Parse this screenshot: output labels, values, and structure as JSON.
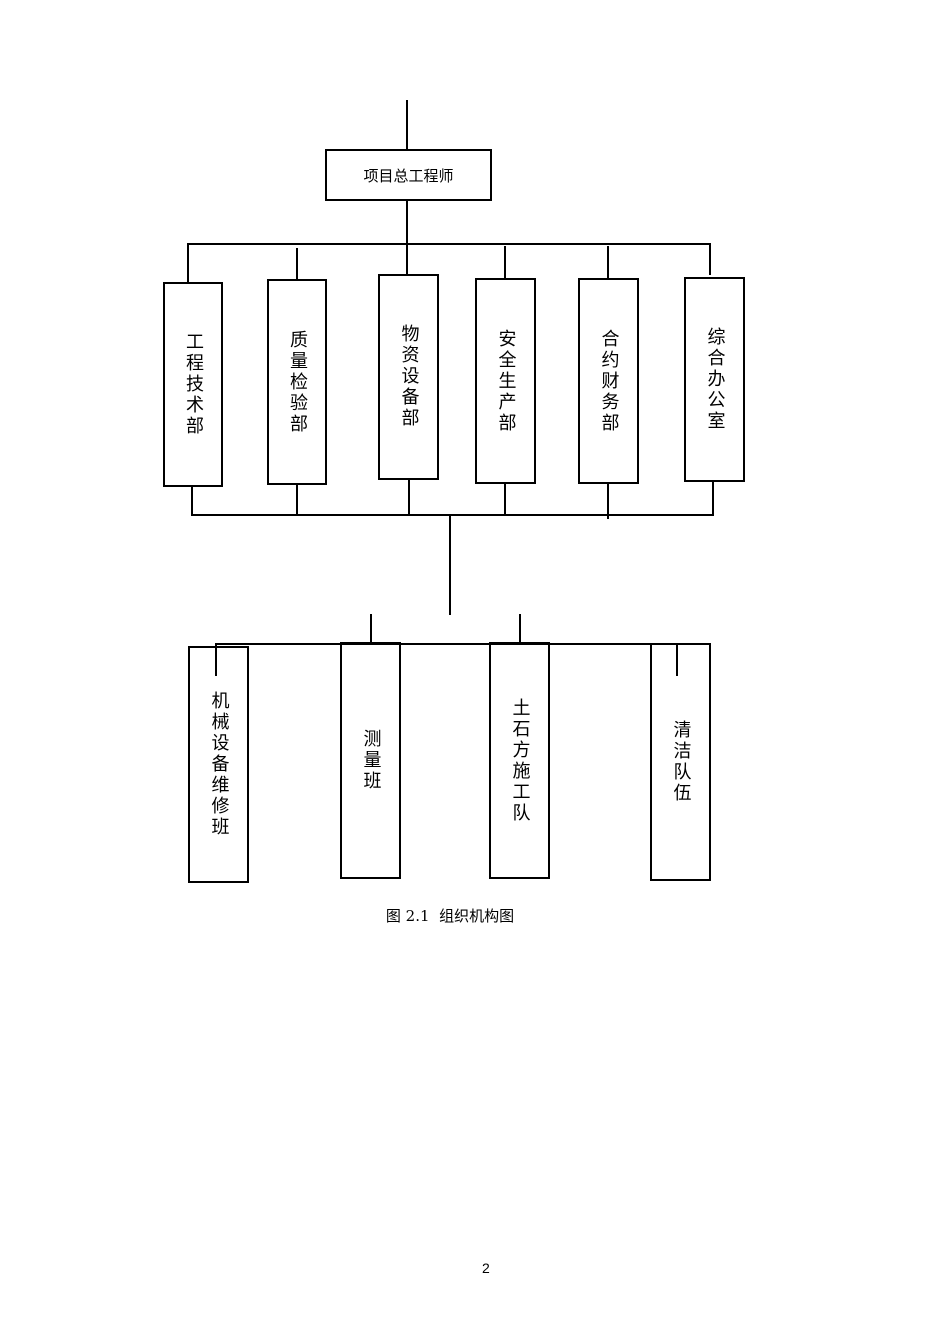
{
  "top": {
    "label": "项目总工程师"
  },
  "departments": [
    {
      "label": "工程技术部"
    },
    {
      "label": "质量检验部"
    },
    {
      "label": "物资设备部"
    },
    {
      "label": "安全生产部"
    },
    {
      "label": "合约财务部"
    },
    {
      "label": "综合办公室"
    }
  ],
  "teams": [
    {
      "label": "机械设备维修班"
    },
    {
      "label": "测量班"
    },
    {
      "label": "土石方施工队"
    },
    {
      "label": "清洁队伍"
    }
  ],
  "caption": "图 2.1  组织机构图",
  "page_number": "2"
}
